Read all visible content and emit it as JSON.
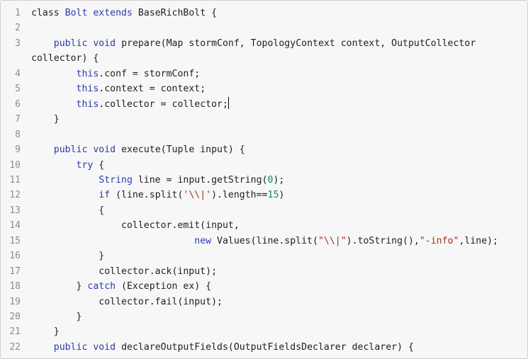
{
  "editor": {
    "lines": [
      {
        "num": "1",
        "segments": [
          {
            "t": "class ",
            "c": "plain"
          },
          {
            "t": "Bolt",
            "c": "kw"
          },
          {
            "t": " ",
            "c": "plain"
          },
          {
            "t": "extends",
            "c": "kw"
          },
          {
            "t": " BaseRichBolt {",
            "c": "plain"
          }
        ]
      },
      {
        "num": "2",
        "segments": []
      },
      {
        "num": "3",
        "segments": [
          {
            "t": "    ",
            "c": "plain"
          },
          {
            "t": "public",
            "c": "kw"
          },
          {
            "t": " ",
            "c": "plain"
          },
          {
            "t": "void",
            "c": "kw"
          },
          {
            "t": " prepare(Map stormConf, TopologyContext context, OutputCollector",
            "c": "plain"
          }
        ]
      },
      {
        "num": "",
        "segments": [
          {
            "t": "collector) {",
            "c": "plain"
          }
        ]
      },
      {
        "num": "4",
        "segments": [
          {
            "t": "        ",
            "c": "plain"
          },
          {
            "t": "this",
            "c": "kw"
          },
          {
            "t": ".conf = stormConf;",
            "c": "plain"
          }
        ]
      },
      {
        "num": "5",
        "segments": [
          {
            "t": "        ",
            "c": "plain"
          },
          {
            "t": "this",
            "c": "kw"
          },
          {
            "t": ".context = context;",
            "c": "plain"
          }
        ]
      },
      {
        "num": "6",
        "segments": [
          {
            "t": "        ",
            "c": "plain"
          },
          {
            "t": "this",
            "c": "kw"
          },
          {
            "t": ".collector = collector;",
            "c": "plain"
          }
        ],
        "cursor": true
      },
      {
        "num": "7",
        "segments": [
          {
            "t": "    }",
            "c": "plain"
          }
        ]
      },
      {
        "num": "8",
        "segments": []
      },
      {
        "num": "9",
        "segments": [
          {
            "t": "    ",
            "c": "plain"
          },
          {
            "t": "public",
            "c": "kw"
          },
          {
            "t": " ",
            "c": "plain"
          },
          {
            "t": "void",
            "c": "kw"
          },
          {
            "t": " execute(Tuple input) {",
            "c": "plain"
          }
        ]
      },
      {
        "num": "10",
        "segments": [
          {
            "t": "        ",
            "c": "plain"
          },
          {
            "t": "try",
            "c": "kw"
          },
          {
            "t": " {",
            "c": "plain"
          }
        ]
      },
      {
        "num": "11",
        "segments": [
          {
            "t": "            ",
            "c": "plain"
          },
          {
            "t": "String",
            "c": "typ"
          },
          {
            "t": " line = input.getString(",
            "c": "plain"
          },
          {
            "t": "0",
            "c": "num"
          },
          {
            "t": ");",
            "c": "plain"
          }
        ]
      },
      {
        "num": "12",
        "segments": [
          {
            "t": "            ",
            "c": "plain"
          },
          {
            "t": "if",
            "c": "kw"
          },
          {
            "t": " (line.split(",
            "c": "plain"
          },
          {
            "t": "'\\\\|'",
            "c": "str"
          },
          {
            "t": ").length==",
            "c": "plain"
          },
          {
            "t": "15",
            "c": "num"
          },
          {
            "t": ")",
            "c": "plain"
          }
        ]
      },
      {
        "num": "13",
        "segments": [
          {
            "t": "            {",
            "c": "plain"
          }
        ]
      },
      {
        "num": "14",
        "segments": [
          {
            "t": "                collector.emit(input,",
            "c": "plain"
          }
        ]
      },
      {
        "num": "15",
        "segments": [
          {
            "t": "                             ",
            "c": "plain"
          },
          {
            "t": "new",
            "c": "kw"
          },
          {
            "t": " Values(line.split(",
            "c": "plain"
          },
          {
            "t": "\"\\\\|\"",
            "c": "str"
          },
          {
            "t": ").toString(),",
            "c": "plain"
          },
          {
            "t": "\"-info\"",
            "c": "str"
          },
          {
            "t": ",line);",
            "c": "plain"
          }
        ]
      },
      {
        "num": "16",
        "segments": [
          {
            "t": "            }",
            "c": "plain"
          }
        ]
      },
      {
        "num": "17",
        "segments": [
          {
            "t": "            collector.ack(input);",
            "c": "plain"
          }
        ]
      },
      {
        "num": "18",
        "segments": [
          {
            "t": "        } ",
            "c": "plain"
          },
          {
            "t": "catch",
            "c": "kw"
          },
          {
            "t": " (Exception ex) {",
            "c": "plain"
          }
        ]
      },
      {
        "num": "19",
        "segments": [
          {
            "t": "            collector.fail(input);",
            "c": "plain"
          }
        ]
      },
      {
        "num": "20",
        "segments": [
          {
            "t": "        }",
            "c": "plain"
          }
        ]
      },
      {
        "num": "21",
        "segments": [
          {
            "t": "    }",
            "c": "plain"
          }
        ]
      },
      {
        "num": "22",
        "segments": [
          {
            "t": "    ",
            "c": "plain"
          },
          {
            "t": "public",
            "c": "kw"
          },
          {
            "t": " ",
            "c": "plain"
          },
          {
            "t": "void",
            "c": "kw"
          },
          {
            "t": " declareOutputFields(OutputFieldsDeclarer declarer) {",
            "c": "plain"
          }
        ]
      }
    ],
    "colors": {
      "keyword": "#2b3ba8",
      "string": "#a0321d",
      "number": "#0b8a6a",
      "text": "#1f1f1f",
      "line_number": "#8c8c8c",
      "background": "#f7f7f7"
    }
  }
}
